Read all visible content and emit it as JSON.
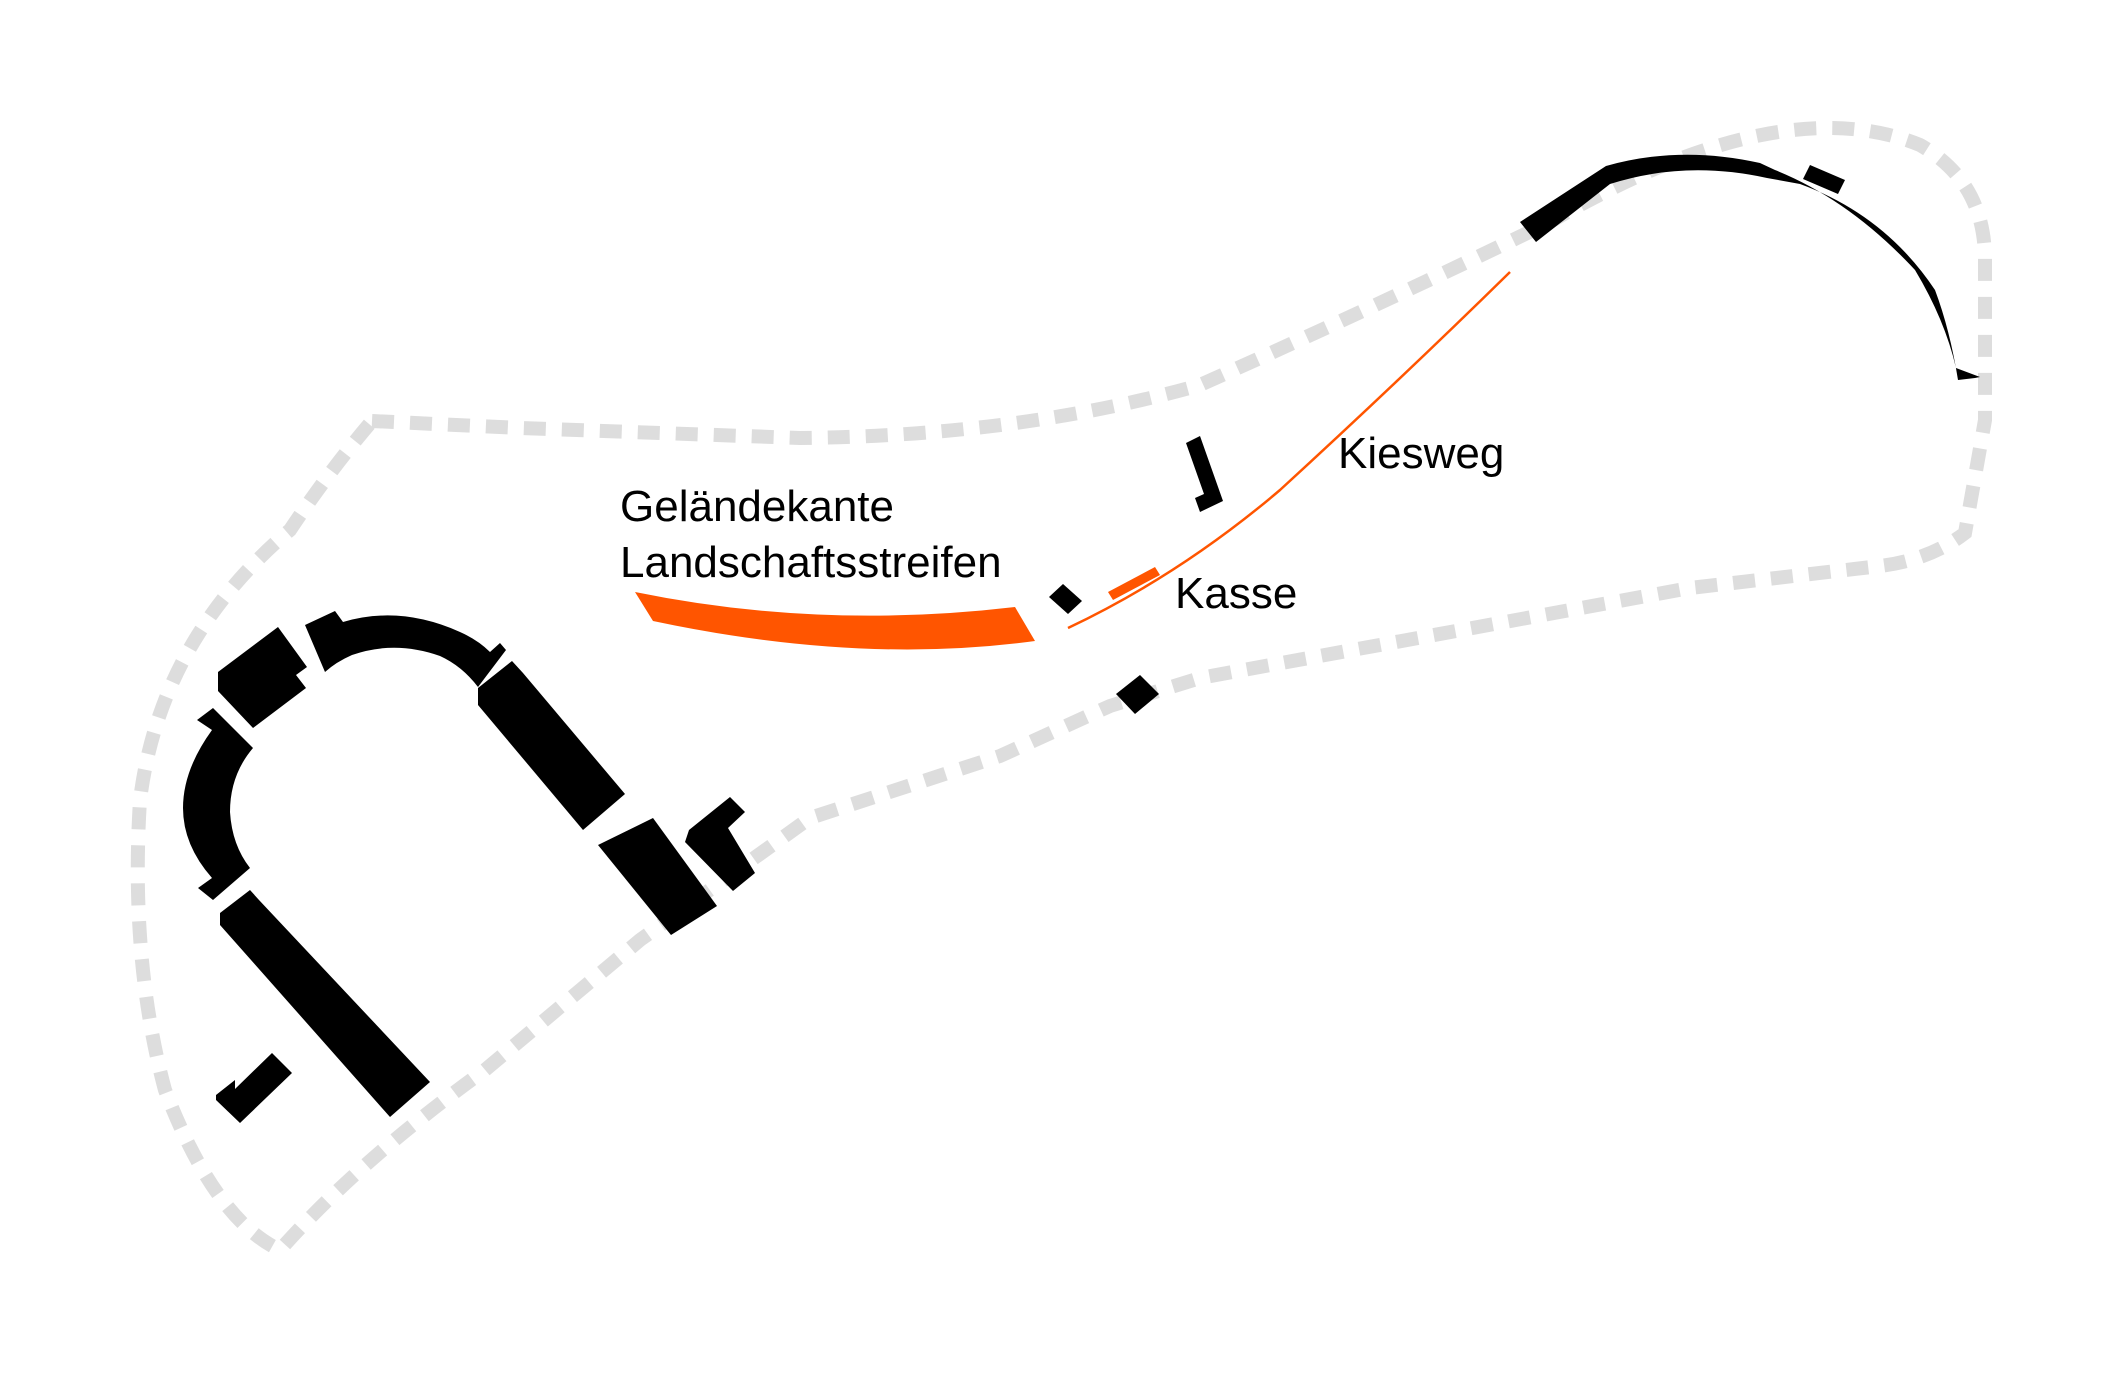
{
  "labels": {
    "gelaendekante": "Geländekante",
    "landschaftsstreifen": "Landschaftsstreifen",
    "kiesweg": "Kiesweg",
    "kasse": "Kasse"
  },
  "colors": {
    "building": "#000000",
    "accent": "#ff5500",
    "boundary": "#dddddd",
    "background": "#ffffff"
  }
}
